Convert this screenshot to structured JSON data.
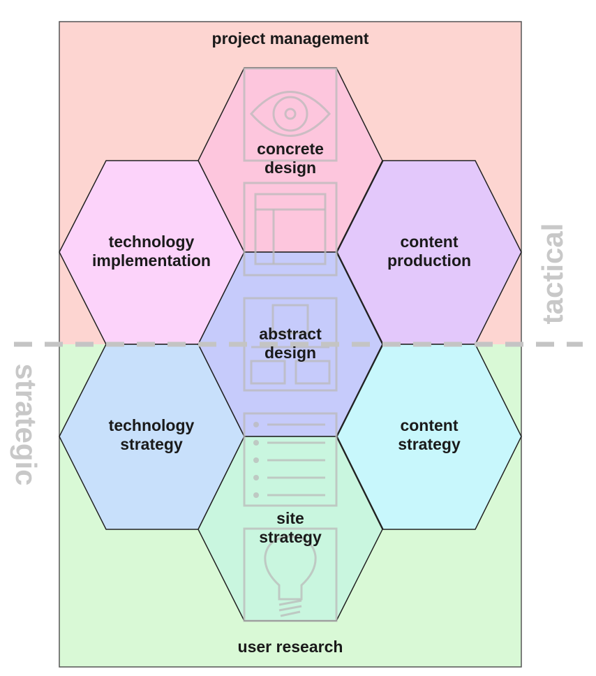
{
  "colors": {
    "top_area": "#fdd5d1",
    "bottom_area": "#d9f9d6",
    "concrete_design": "#fdc6dd",
    "technology_implementation": "#fcd3fa",
    "content_production": "#e3c8fb",
    "abstract_design": "#c6cbfb",
    "technology_strategy": "#c8e0fb",
    "content_strategy": "#c8f7fc",
    "site_strategy": "#c9f6df",
    "divider": "#c4c4c4",
    "side_text": "#c8c8c8"
  },
  "regions": {
    "top": "project management",
    "bottom": "user research"
  },
  "side_labels": {
    "right": "tactical",
    "left": "strategic"
  },
  "hexagons": {
    "concrete_design": {
      "line1": "concrete",
      "line2": "design",
      "icon": "eye-icon"
    },
    "technology_implementation": {
      "line1": "technology",
      "line2": "implementation"
    },
    "content_production": {
      "line1": "content",
      "line2": "production"
    },
    "abstract_design": {
      "line1": "abstract",
      "line2": "design",
      "icon": "wireframe-icon"
    },
    "technology_strategy": {
      "line1": "technology",
      "line2": "strategy"
    },
    "content_strategy": {
      "line1": "content",
      "line2": "strategy"
    },
    "site_strategy": {
      "line1": "site",
      "line2": "strategy",
      "icon": "lightbulb-icon"
    }
  }
}
